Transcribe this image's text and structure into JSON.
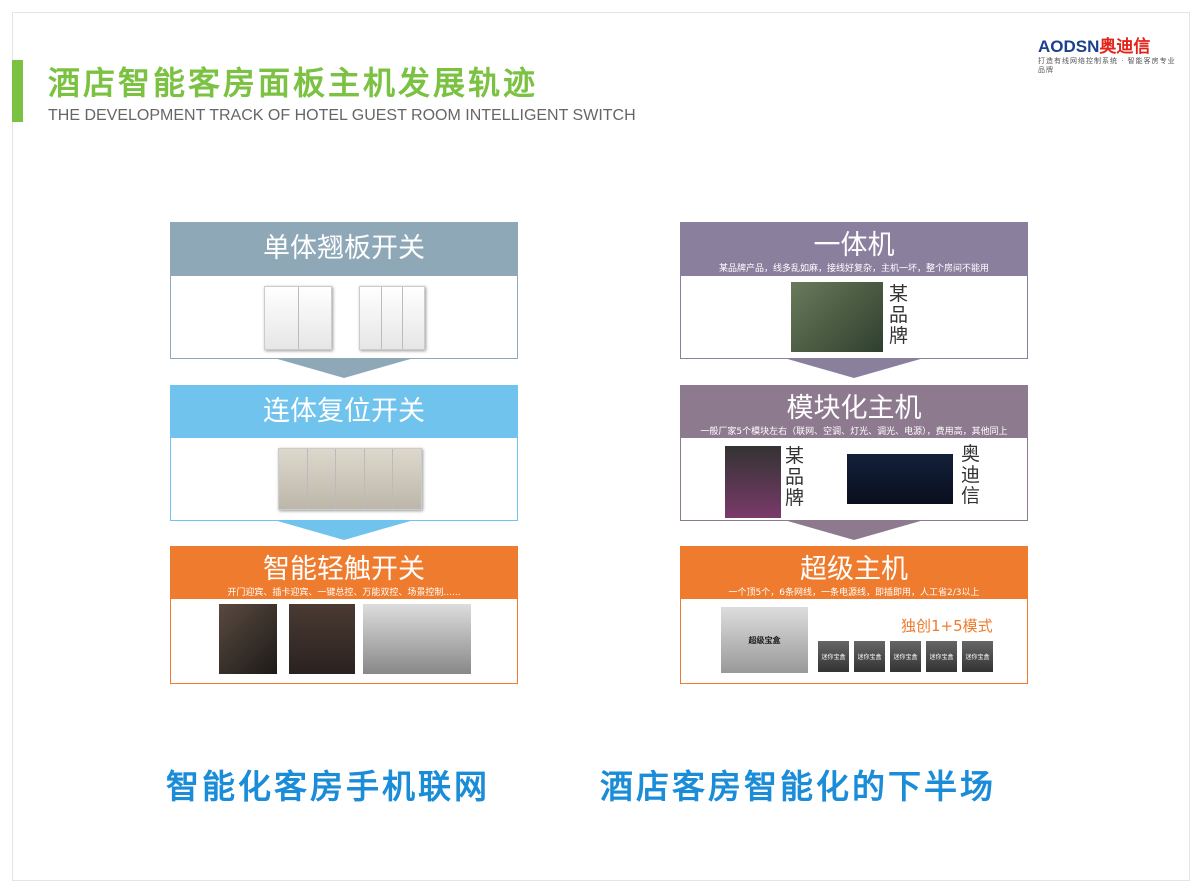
{
  "header": {
    "title": "酒店智能客房面板主机发展轨迹",
    "subtitle": "THE DEVELOPMENT TRACK OF HOTEL GUEST ROOM INTELLIGENT SWITCH"
  },
  "logo": {
    "brand_latin": "AODSN",
    "brand_cn": "奥迪信",
    "tagline": "打造有线网络控制系统 · 智能客房专业品牌"
  },
  "colors": {
    "green": "#7cc242",
    "blue_text": "#1a8cd8",
    "orange": "#ee7b2e",
    "slate": "#8ea8b8",
    "sky": "#6fc3ec",
    "purple": "#8b7f9e",
    "mauve": "#8e7a8e"
  },
  "left_cards": [
    {
      "title": "单体翘板开关"
    },
    {
      "title": "连体复位开关"
    },
    {
      "title": "智能轻触开关",
      "desc": "开门迎宾、插卡迎宾、一键总控、万能双控、场景控制......"
    }
  ],
  "right_cards": [
    {
      "title": "一体机",
      "desc": "某品牌产品，线多乱如麻，接线好复杂，主机一坏，整个房间不能用",
      "label": "某品牌"
    },
    {
      "title": "模块化主机",
      "desc": "一般厂家5个模块左右（联网、空调、灯光、调光、电源），费用高，其他同上",
      "label_a": "某品牌",
      "label_b": "奥迪信"
    },
    {
      "title": "超级主机",
      "desc": "一个顶5个，6条网线，一条电源线，即插即用，人工省2/3以上",
      "mode": "独创1+5模式",
      "box_label": "超级宝盒",
      "mini_label": "迷你宝盒"
    }
  ],
  "footer": {
    "left": "智能化客房手机联网",
    "right": "酒店客房智能化的下半场"
  }
}
